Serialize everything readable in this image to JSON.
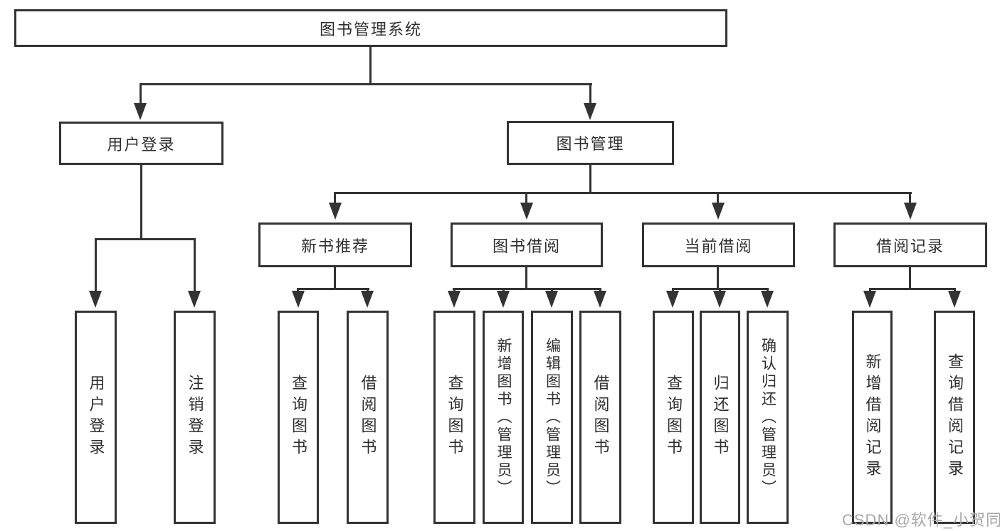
{
  "diagram": {
    "root": {
      "label": "图书管理系统"
    },
    "level1": {
      "user_login": {
        "label": "用户登录"
      },
      "book_mgmt": {
        "label": "图书管理"
      }
    },
    "level2": {
      "new_book": {
        "label": "新书推荐"
      },
      "borrow": {
        "label": "图书借阅"
      },
      "current": {
        "label": "当前借阅"
      },
      "record": {
        "label": "借阅记录"
      }
    },
    "leaves": {
      "user_login": [
        "用户登录",
        "注销登录"
      ],
      "new_book": [
        "查询图书",
        "借阅图书"
      ],
      "borrow": [
        "查询图书",
        "新增图书（管理员）",
        "编辑图书（管理员）",
        "借阅图书"
      ],
      "current": [
        "查询图书",
        "归还图书",
        "确认归还（管理员）"
      ],
      "record": [
        "新增借阅记录",
        "查询借阅记录"
      ]
    }
  },
  "watermark": {
    "text": "CSDN @软件_小贺同学"
  },
  "colors": {
    "line": "#333333",
    "text": "#2e2e2e",
    "watermark": "#a8a8a8",
    "background": "#ffffff"
  }
}
